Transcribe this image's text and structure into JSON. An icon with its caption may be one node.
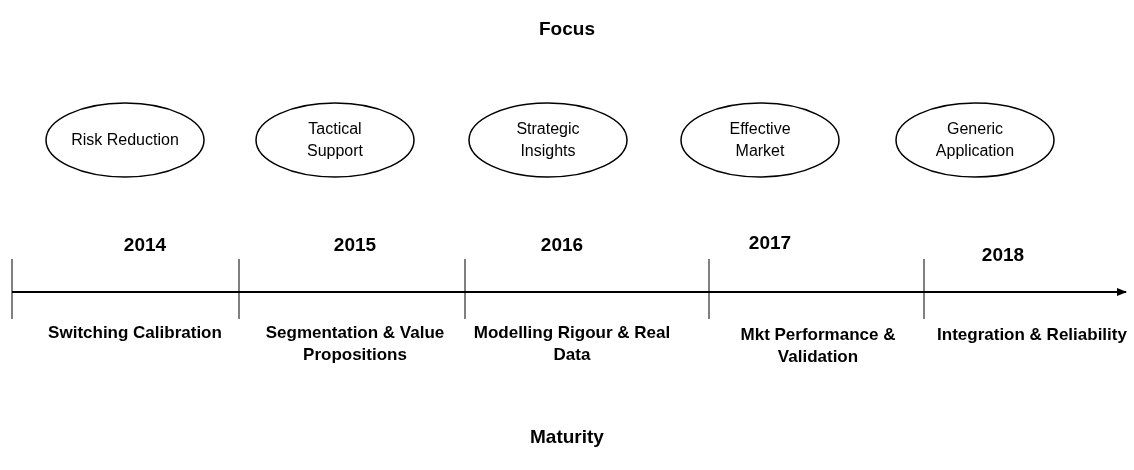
{
  "diagram": {
    "title": "Focus",
    "nodes": [
      {
        "text": [
          "Risk Reduction"
        ]
      },
      {
        "text": [
          "Tactical Support"
        ]
      },
      {
        "text": [
          "Strategic Insights"
        ]
      },
      {
        "text": [
          "Effective Market"
        ]
      },
      {
        "text": [
          "Generic Application"
        ]
      }
    ],
    "labels": [
      "2014",
      "2015",
      "2016",
      "2017",
      "2018",
      "Switching Calibration",
      "Segmentation & Value Propositions",
      "Modelling Rigour & Real Data",
      "Mkt Performance & Validation",
      "Integration & Reliability",
      "Maturity"
    ]
  }
}
